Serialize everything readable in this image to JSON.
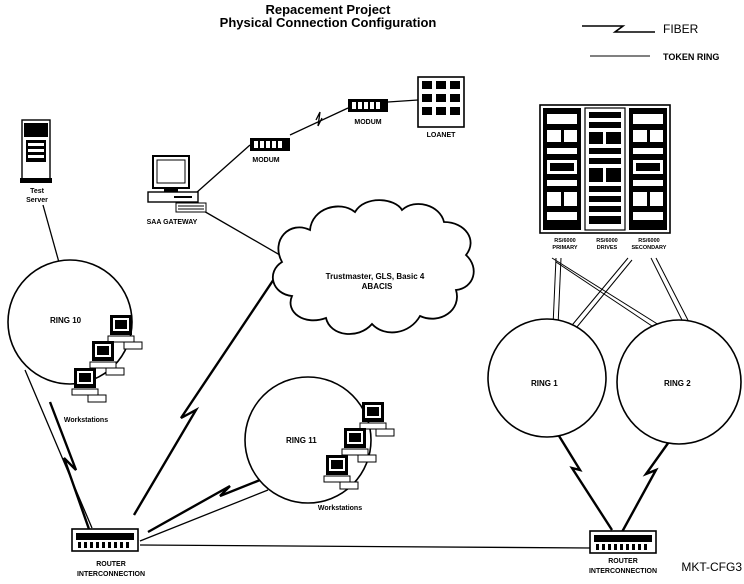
{
  "title": {
    "line1": "Repacement Project",
    "line2": "Physical Connection Configuration"
  },
  "legend": {
    "fiber": "FIBER",
    "token_ring": "TOKEN RING"
  },
  "labels": {
    "test_server": "Test",
    "test_server2": "Server",
    "saa_gateway": "SAA GATEWAY",
    "modum_left": "MODUM",
    "modum_right": "MODUM",
    "loanet": "LOANET",
    "cloud_line1": "Trustmaster, GLS, Basic 4",
    "cloud_line2": "ABACIS",
    "ring10": "RING 10",
    "ring10_ws": "Workstations",
    "ring11": "RING 11",
    "ring11_ws": "Workstations",
    "ring1": "RING 1",
    "ring2": "RING 2",
    "router_left_1": "ROUTER",
    "router_left_2": "INTERCONNECTION",
    "router_right_1": "ROUTER",
    "router_right_2": "INTERCONNECTION",
    "rs_primary_1": "RS/6000",
    "rs_primary_2": "PRIMARY",
    "rs_drives_1": "RS/6000",
    "rs_drives_2": "DRIVES",
    "rs_secondary_1": "RS/6000",
    "rs_secondary_2": "SECONDARY",
    "doc_id": "MKT-CFG3"
  }
}
